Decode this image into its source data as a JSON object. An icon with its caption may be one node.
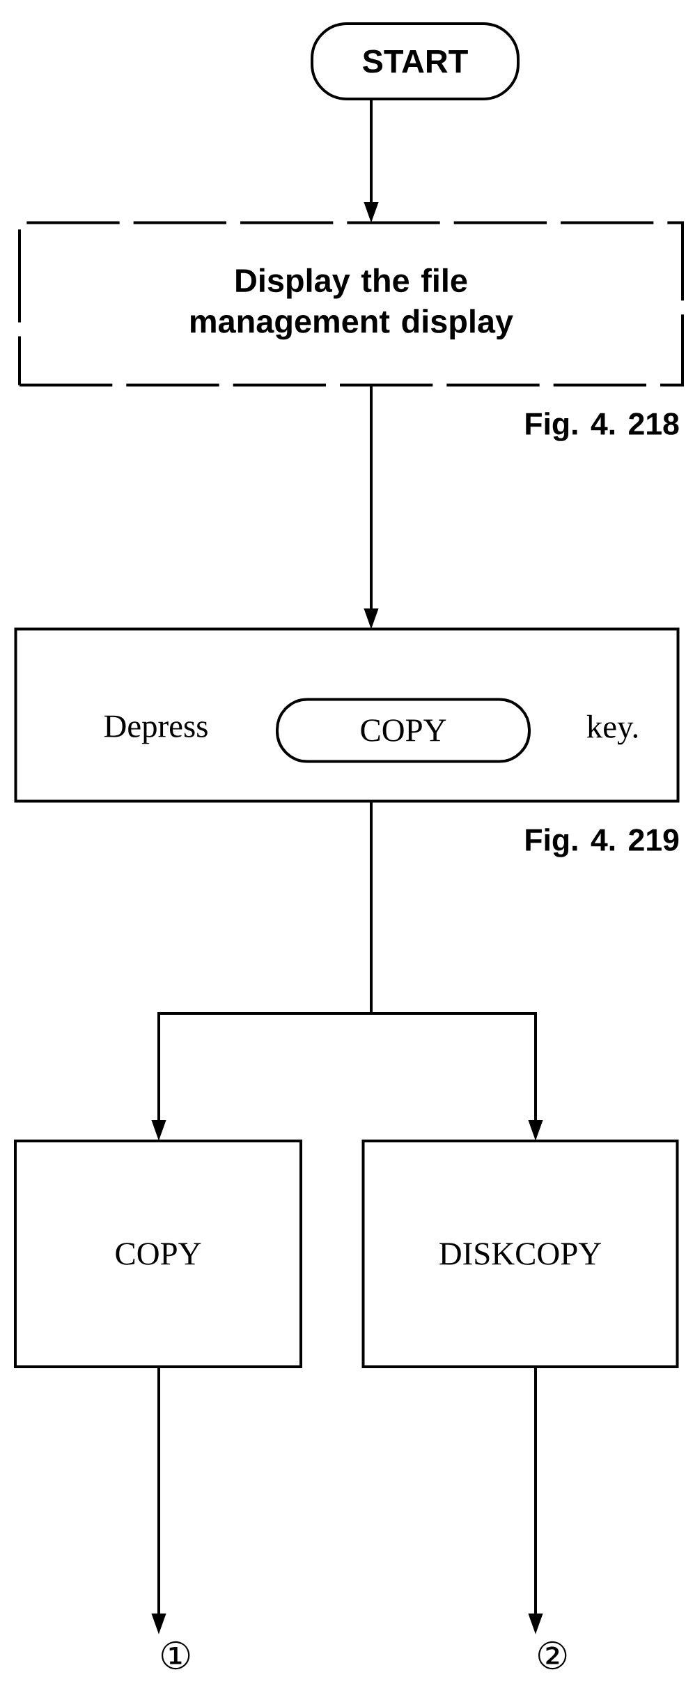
{
  "diagram": {
    "nodes": [
      {
        "text": [
          "START"
        ]
      },
      {
        "text": [
          "Display the file management display"
        ],
        "beside": [
          "Fig. 4. 218"
        ]
      },
      {
        "text": [
          "Depress",
          "key."
        ],
        "beside": [
          "Fig. 4. 219"
        ]
      },
      {
        "text": [
          "COPY"
        ],
        "in": 2
      },
      {
        "text": [
          "COPY"
        ]
      },
      {
        "text": [
          "DISKCOPY"
        ]
      },
      {
        "text": [
          "①"
        ]
      },
      {
        "text": [
          "②"
        ]
      }
    ],
    "edges": [
      {
        "from": 0,
        "to": 1,
        "arrow": "to"
      },
      {
        "from": 1,
        "to": 2,
        "arrow": "to"
      },
      {
        "from": 2,
        "to": 4,
        "arrow": "to"
      },
      {
        "from": 2,
        "to": 5,
        "arrow": "to"
      },
      {
        "from": 4,
        "to": 6,
        "arrow": "to"
      },
      {
        "from": 5,
        "to": 7,
        "arrow": "to"
      }
    ]
  }
}
